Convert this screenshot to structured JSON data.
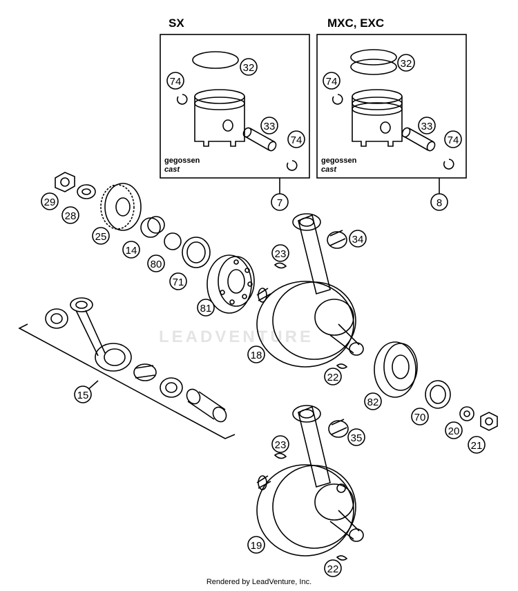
{
  "headers": {
    "left": "SX",
    "right": "MXC, EXC"
  },
  "box_note": {
    "de": "gegossen",
    "en": "cast"
  },
  "watermark": "LEADVENTURE",
  "footer": "Rendered by LeadVenture, Inc.",
  "parts": {
    "p7": "7",
    "p8": "8",
    "p32a": "32",
    "p74a": "74",
    "p33a": "33",
    "p74b": "74",
    "p32b": "32",
    "p74c": "74",
    "p33b": "33",
    "p74d": "74",
    "p29": "29",
    "p28": "28",
    "p25": "25",
    "p14": "14",
    "p80": "80",
    "p71": "71",
    "p81": "81",
    "p23a": "23",
    "p34": "34",
    "p18": "18",
    "p15": "15",
    "p22a": "22",
    "p82": "82",
    "p70": "70",
    "p20": "20",
    "p21": "21",
    "p23b": "23",
    "p35": "35",
    "p19": "19",
    "p22b": "22"
  }
}
